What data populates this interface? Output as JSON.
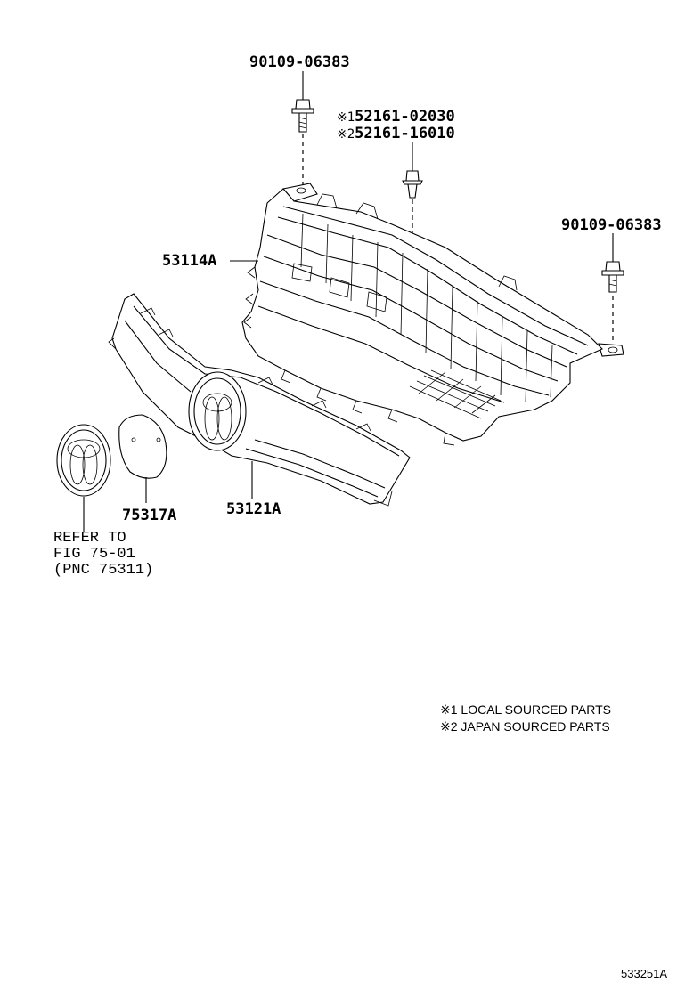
{
  "callouts": {
    "bolt_top": "90109-06383",
    "clip_alt1_mark": "※1",
    "clip_alt1": "52161-02030",
    "clip_alt2_mark": "※2",
    "clip_alt2": "52161-16010",
    "bolt_right": "90109-06383",
    "retainer": "53114A",
    "grille": "53121A",
    "emblem_base": "75317A"
  },
  "refer": {
    "line1": "REFER TO",
    "line2": "FIG 75-01",
    "line3": "(PNC 75311)"
  },
  "notes": [
    "※1 LOCAL SOURCED PARTS",
    "※2 JAPAN SOURCED PARTS"
  ],
  "figure_id": "533251A"
}
